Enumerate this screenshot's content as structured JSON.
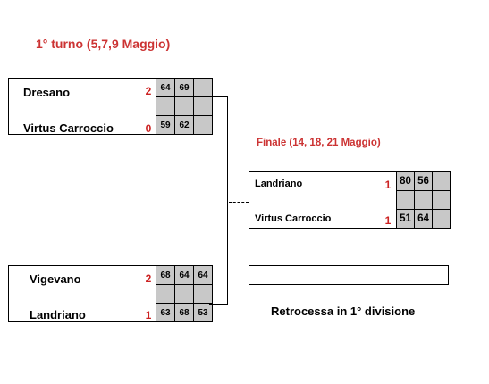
{
  "round1": {
    "title": "1° turno (5,7,9 Maggio)",
    "match1": {
      "team1": {
        "name": "Dresano",
        "score": "2",
        "sets": [
          "64",
          "69",
          ""
        ]
      },
      "team2": {
        "name": "Virtus Carroccio",
        "score": "0",
        "sets": [
          "59",
          "62",
          ""
        ]
      }
    },
    "match2": {
      "team1": {
        "name": "Vigevano",
        "score": "2",
        "sets": [
          "68",
          "64",
          "64"
        ]
      },
      "team2": {
        "name": "Landriano",
        "score": "1",
        "sets": [
          "63",
          "68",
          "53"
        ]
      }
    }
  },
  "final": {
    "title": "Finale (14, 18, 21 Maggio)",
    "team1": {
      "name": "Landriano",
      "score": "1",
      "sets": [
        "80",
        "56"
      ]
    },
    "team2": {
      "name": "Virtus Carroccio",
      "score": "1",
      "sets": [
        "51",
        "64"
      ]
    }
  },
  "relegated": {
    "label": "Retrocessa in 1° divisione",
    "team": ""
  },
  "colors": {
    "accent_red": "#cc3333",
    "cell_gray": "#c8c8c8"
  }
}
